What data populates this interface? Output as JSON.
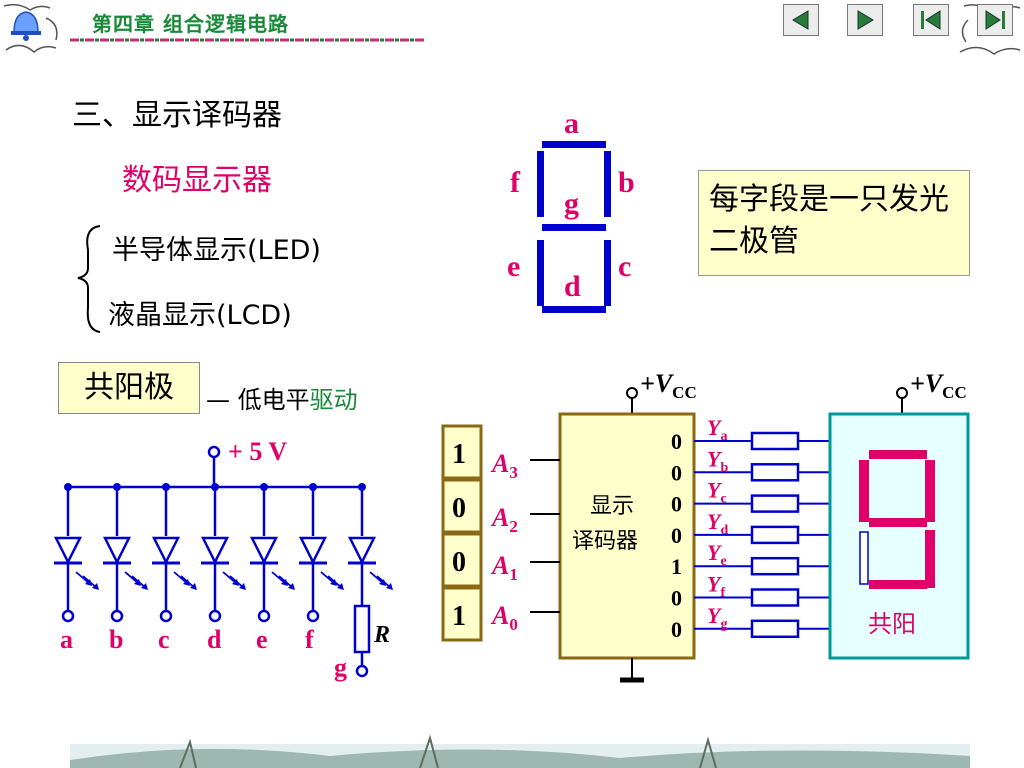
{
  "header": {
    "chapter_title": "第四章  组合逻辑电路",
    "nav": [
      "prev",
      "next",
      "first",
      "last"
    ]
  },
  "section_title": "三、显示译码器",
  "display_heading": "数码显示器",
  "types": {
    "led": "半导体显示(LED)",
    "lcd": "液晶显示(LCD)"
  },
  "note": "每字段是一只发光二极管",
  "segment_labels": {
    "a": "a",
    "b": "b",
    "c": "c",
    "d": "d",
    "e": "e",
    "f": "f",
    "g": "g"
  },
  "common_anode": {
    "label": "共阳极",
    "dash": "—",
    "low": "低电平",
    "drive": "驱动",
    "supply": "+ 5 V",
    "resistor": "R",
    "outputs": [
      "a",
      "b",
      "c",
      "d",
      "e",
      "f"
    ],
    "output_g": "g"
  },
  "decoder": {
    "inputs": [
      {
        "value": "1",
        "label": "A",
        "sub": "3"
      },
      {
        "value": "0",
        "label": "A",
        "sub": "2"
      },
      {
        "value": "0",
        "label": "A",
        "sub": "1"
      },
      {
        "value": "1",
        "label": "A",
        "sub": "0"
      }
    ],
    "name_line1": "显示",
    "name_line2": "译码器",
    "vcc": "+V",
    "vcc_sub": "CC",
    "outputs": [
      {
        "label": "Y",
        "sub": "a",
        "value": "0"
      },
      {
        "label": "Y",
        "sub": "b",
        "value": "0"
      },
      {
        "label": "Y",
        "sub": "c",
        "value": "0"
      },
      {
        "label": "Y",
        "sub": "d",
        "value": "0"
      },
      {
        "label": "Y",
        "sub": "e",
        "value": "1"
      },
      {
        "label": "Y",
        "sub": "f",
        "value": "0"
      },
      {
        "label": "Y",
        "sub": "g",
        "value": "0"
      }
    ],
    "display_label": "共阳",
    "display_vcc": "+V",
    "display_vcc_sub": "CC"
  },
  "colors": {
    "wire": "#0000cc",
    "accent": "#e0006a",
    "decoder_fill": "#ffffcc",
    "decoder_border": "#8b6914",
    "display_fill": "#e6ffff",
    "display_border": "#009999"
  }
}
